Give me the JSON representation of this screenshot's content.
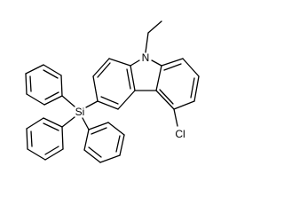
{
  "diagram": {
    "type": "chemical-structure",
    "atoms": {
      "nitrogen": "N",
      "silicon": "Si",
      "chlorine": "Cl"
    }
  }
}
